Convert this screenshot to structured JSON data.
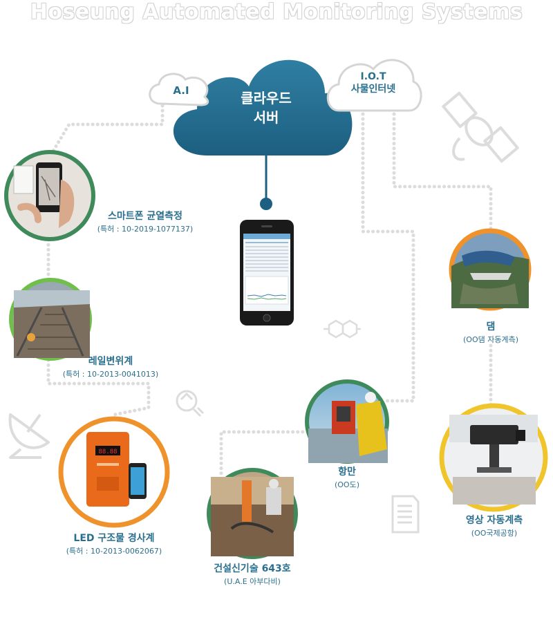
{
  "title": "Hoseung Automated Monitoring Systems",
  "clouds": {
    "main": {
      "line1": "클라우드",
      "line2": "서버"
    },
    "ai": "A.I",
    "iot": {
      "line1": "I.O.T",
      "line2": "사물인터넷"
    }
  },
  "nodes": [
    {
      "id": "smartphone",
      "label": "스마트폰 균열측정",
      "sub": "(특허 : 10-2019-1077137)",
      "ring": "#3f8a5b"
    },
    {
      "id": "rail",
      "label": "레일변위계",
      "sub": "(특허 : 10-2013-0041013)",
      "ring": "#6fbf4a"
    },
    {
      "id": "led",
      "label": "LED 구조물 경사계",
      "sub": "(특허 : 10-2013-0062067)",
      "ring": "#f0922b"
    },
    {
      "id": "construction",
      "label": "건설신기술 643호",
      "sub": "(U.A.E 아부다비)",
      "ring": "#3f8a5b"
    },
    {
      "id": "port",
      "label": "항만",
      "sub": "(OO도)",
      "ring": "#3f8a5b"
    },
    {
      "id": "dam",
      "label": "댐",
      "sub": "(OO댐 자동계측)",
      "ring": "#f0922b"
    },
    {
      "id": "video",
      "label": "영상 자동계측",
      "sub": "(OO국제공항)",
      "ring": "#f0c52b"
    }
  ],
  "icons": [
    "satellite-icon",
    "antenna-dish-icon",
    "lightbulb-icon",
    "molecule-icon",
    "document-icon"
  ]
}
